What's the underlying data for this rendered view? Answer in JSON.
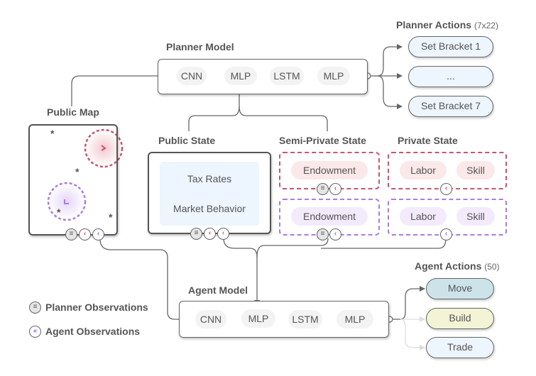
{
  "planner_model": {
    "title": "Planner Model",
    "layers": [
      "CNN",
      "MLP",
      "LSTM",
      "MLP"
    ]
  },
  "planner_actions": {
    "title": "Planner Actions",
    "count": "(7x22)",
    "items": [
      "Set Bracket 1",
      "...",
      "Set Bracket 7"
    ],
    "color": "#edf5fe"
  },
  "public_map": {
    "title": "Public Map",
    "resource_glyph": "*"
  },
  "public_state": {
    "title": "Public State",
    "items": [
      "Tax Rates",
      "Market Behavior"
    ]
  },
  "semi_private_state": {
    "title": "Semi-Private State",
    "agent_red": [
      "Endowment"
    ],
    "agent_purple": [
      "Endowment"
    ]
  },
  "private_state": {
    "title": "Private State",
    "agent_red": [
      "Labor",
      "Skill"
    ],
    "agent_purple": [
      "Labor",
      "Skill"
    ]
  },
  "agent_model": {
    "title": "Agent Model",
    "layers": [
      "CNN",
      "MLP",
      "LSTM",
      "MLP"
    ]
  },
  "agent_actions": {
    "title": "Agent Actions",
    "count": "(50)",
    "items": [
      {
        "label": "Move",
        "color": "#cde3ea"
      },
      {
        "label": "Build",
        "color": "#f3f3d6"
      },
      {
        "label": "Trade",
        "color": "#edf5fe"
      }
    ]
  },
  "legend": {
    "planner_observations": "Planner Observations",
    "agent_observations": "Agent Observations"
  },
  "colors": {
    "agent_red": "#c9566a",
    "agent_purple": "#a97ee0",
    "line": "#666666"
  },
  "glyphs": {
    "agent_obs": "‹",
    "agent_obs_legend": "«"
  }
}
